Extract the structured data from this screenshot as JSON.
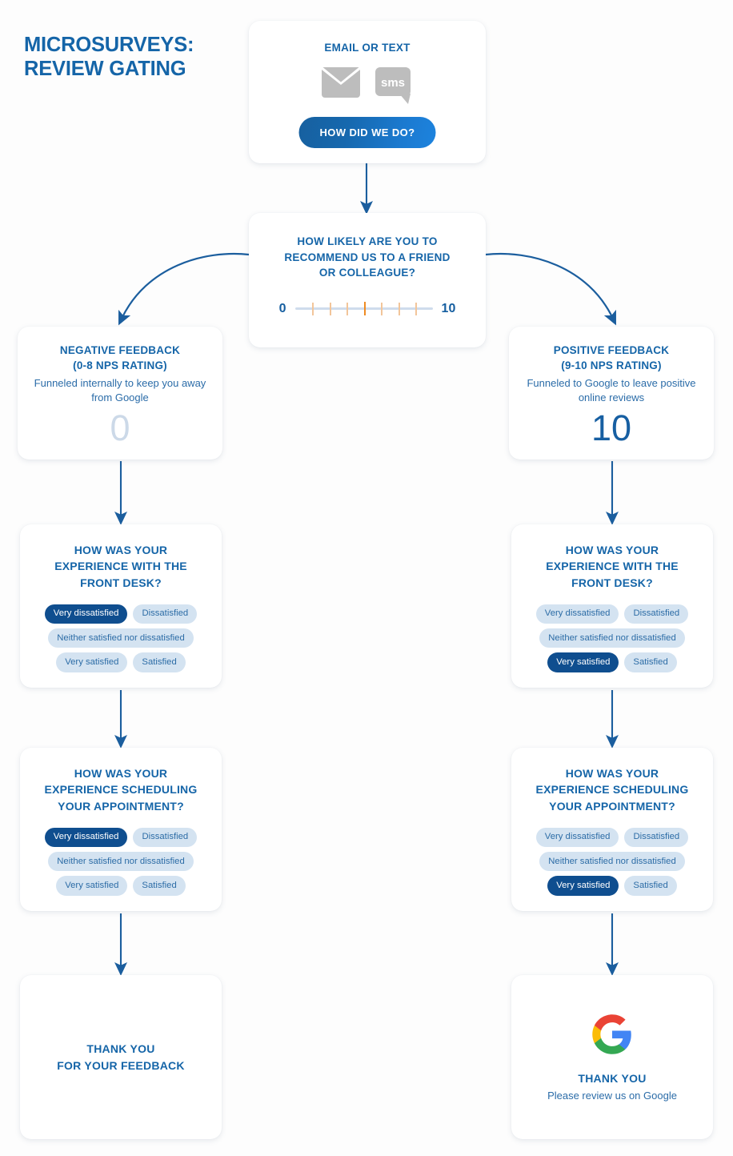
{
  "page": {
    "title_line1": "MICROSURVEYS:",
    "title_line2": "REVIEW GATING",
    "accent_blue": "#1565a8",
    "deep_blue": "#0f4e8f",
    "pill_blue": "#d4e3f1",
    "orange": "#ef8b22",
    "gray_icon": "#b9b9b9",
    "background": "#fdfdfd"
  },
  "invite_card": {
    "heading": "EMAIL OR TEXT",
    "icons": [
      "envelope-icon",
      "sms-bubble-icon"
    ],
    "sms_label": "sms",
    "cta_label": "HOW DID WE DO?"
  },
  "nps_card": {
    "heading_line1": "HOW LIKELY ARE YOU TO",
    "heading_line2": "RECOMMEND US TO A FRIEND",
    "heading_line3": "OR COLLEAGUE?",
    "scale_min": "0",
    "scale_max": "10",
    "tick_count": 7,
    "active_tick_index": 3
  },
  "branches": {
    "negative": {
      "title_line1": "NEGATIVE FEEDBACK",
      "title_line2": "(0-8 NPS RATING)",
      "subtitle": "Funneled internally to keep you away from Google",
      "score": "0",
      "score_style": "muted"
    },
    "positive": {
      "title_line1": "POSITIVE FEEDBACK",
      "title_line2": "(9-10 NPS RATING)",
      "subtitle": "Funneled to Google to leave positive online reviews",
      "score": "10",
      "score_style": "strong"
    }
  },
  "questions": {
    "front_desk": {
      "heading_line1": "HOW WAS YOUR",
      "heading_line2": "EXPERIENCE WITH THE",
      "heading_line3": "FRONT DESK?"
    },
    "scheduling": {
      "heading_line1": "HOW WAS YOUR",
      "heading_line2": "EXPERIENCE SCHEDULING",
      "heading_line3": "YOUR APPOINTMENT?"
    },
    "options": {
      "very_dissatisfied": "Very dissatisfied",
      "dissatisfied": "Dissatisfied",
      "neither": "Neither satisfied nor dissatisfied",
      "very_satisfied": "Very satisfied",
      "satisfied": "Satisfied"
    },
    "selected_left": "Very dissatisfied",
    "selected_right": "Very satisfied"
  },
  "thank_you": {
    "left": {
      "line1": "THANK YOU",
      "line2": "FOR YOUR FEEDBACK"
    },
    "right": {
      "logo": "google-g-logo",
      "line1": "THANK YOU",
      "line2": "Please review us on Google"
    }
  }
}
